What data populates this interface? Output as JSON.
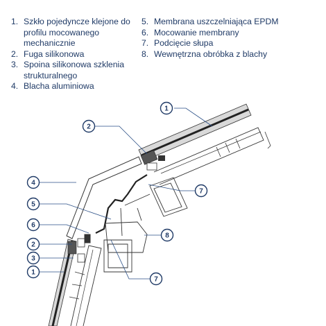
{
  "legend_left": [
    {
      "num": "1.",
      "text": "Szkło pojedyncze klejone do profilu mocowanego mechanicznie"
    },
    {
      "num": "2.",
      "text": "Fuga silikonowa"
    },
    {
      "num": "3.",
      "text": "Spoina silikonowa szklenia strukturalnego"
    },
    {
      "num": "4.",
      "text": "Blacha aluminiowa"
    }
  ],
  "legend_right": [
    {
      "num": "5.",
      "text": "Membrana uszczelniająca EPDM"
    },
    {
      "num": "6.",
      "text": "Mocowanie membrany"
    },
    {
      "num": "7.",
      "text": "Podcięcie słupa"
    },
    {
      "num": "8.",
      "text": "Wewnętrzna obróbka z blachy"
    }
  ],
  "callouts": [
    "1",
    "2",
    "4",
    "5",
    "6",
    "2",
    "3",
    "1",
    "7",
    "8",
    "7"
  ],
  "colors": {
    "legend_text": "#1f3a66",
    "callout": "#1f3a66",
    "leader": "#2a4f86",
    "drawing": "#333333",
    "glass": "#444444"
  }
}
